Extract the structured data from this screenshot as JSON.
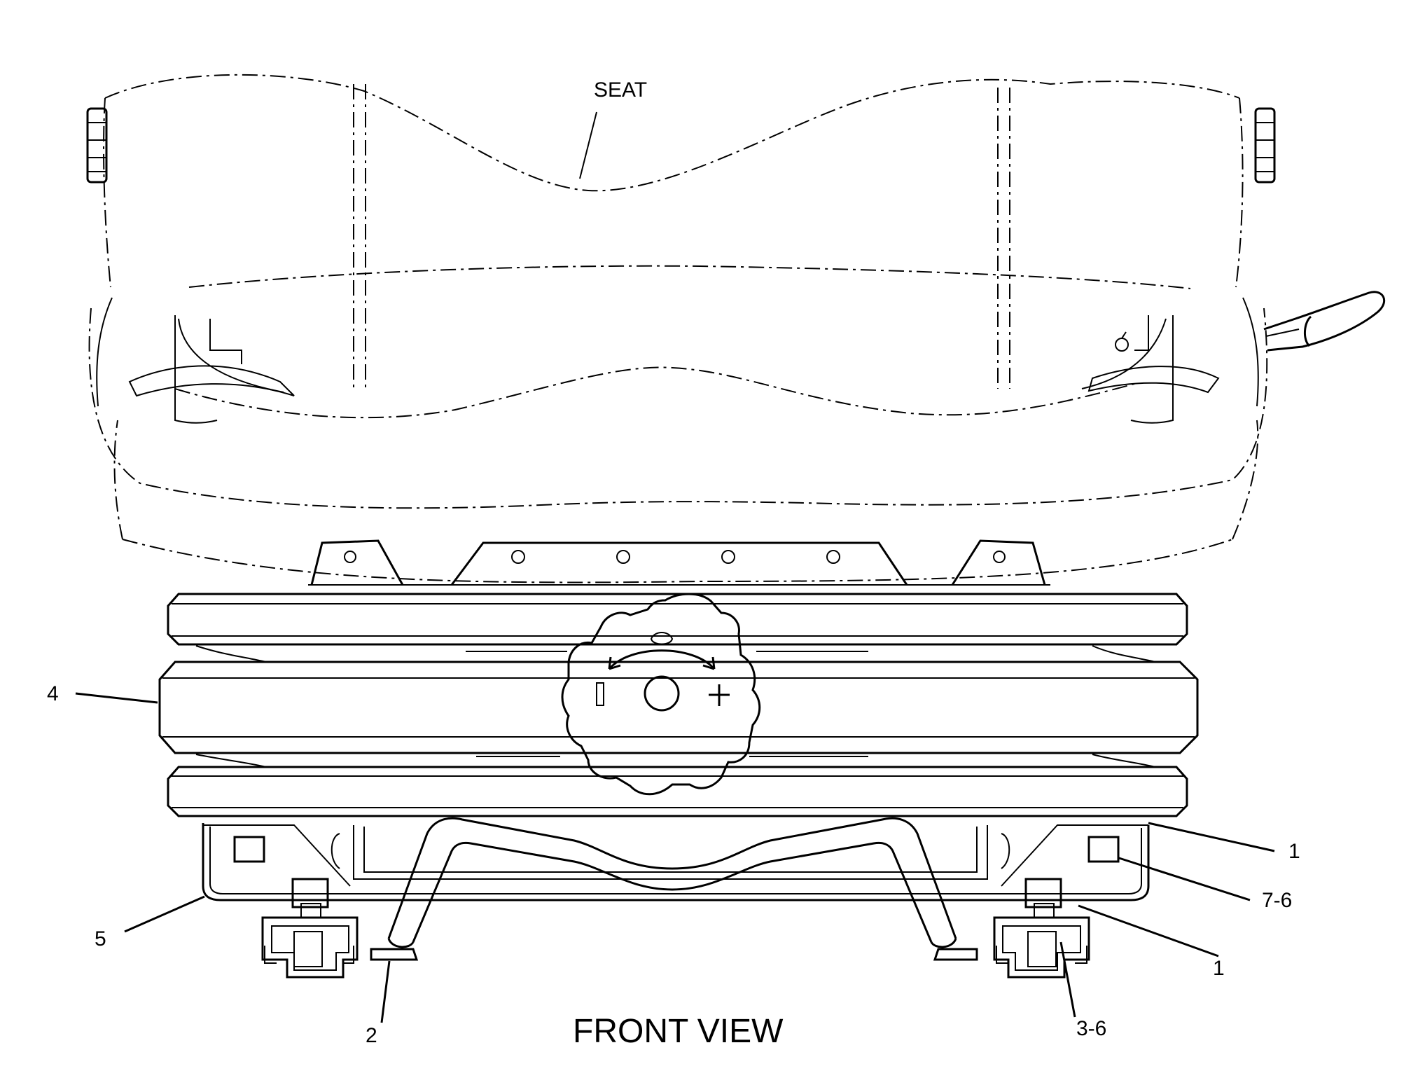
{
  "diagram": {
    "view_title": "FRONT VIEW",
    "colors": {
      "ink": "#000000",
      "paper": "#ffffff"
    },
    "callouts": [
      {
        "id": "seat",
        "text": "SEAT"
      },
      {
        "id": "c4",
        "text": "4"
      },
      {
        "id": "c1a",
        "text": "1"
      },
      {
        "id": "c76",
        "text": "7-6"
      },
      {
        "id": "c5",
        "text": "5"
      },
      {
        "id": "c1b",
        "text": "1"
      },
      {
        "id": "c2",
        "text": "2"
      },
      {
        "id": "c36",
        "text": "3-6"
      }
    ],
    "knob_symbols": {
      "minus": "−",
      "plus": "+"
    }
  }
}
